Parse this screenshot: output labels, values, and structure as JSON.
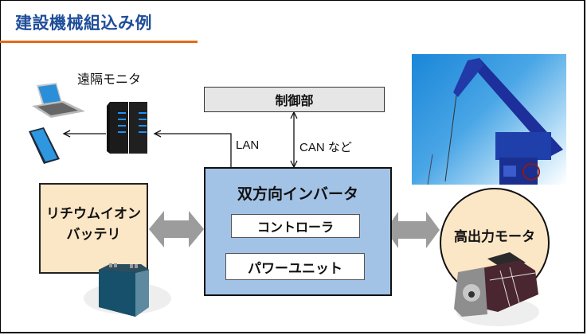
{
  "title": "建設機械組込み例",
  "colors": {
    "title_text": "#1f4e9a",
    "title_rule": "#e26a1c",
    "inverter_fill": "#a3c3e6",
    "battery_fill": "#fbe6c6",
    "motor_fill": "#fbe6c6",
    "controller_fill": "#e6e6e6",
    "bidirectional_arrow": "#9c9c9c"
  },
  "remote_monitor": {
    "label": "遠隔モニタ",
    "devices": [
      "laptop-icon",
      "tablet-icon",
      "server-icon"
    ]
  },
  "control_unit": {
    "label": "制御部"
  },
  "links": {
    "lan_label": "LAN",
    "can_label": "CAN など"
  },
  "inverter": {
    "title": "双方向インバータ",
    "components": [
      {
        "label": "コントローラ"
      },
      {
        "label": "パワーユニット"
      }
    ]
  },
  "battery": {
    "label_line1": "リチウムイオン",
    "label_line2": "バッテリ",
    "icon": "battery-icon"
  },
  "motor": {
    "label": "高出力モータ",
    "icon": "motor-icon"
  },
  "photo": {
    "subject": "crane-photo"
  }
}
